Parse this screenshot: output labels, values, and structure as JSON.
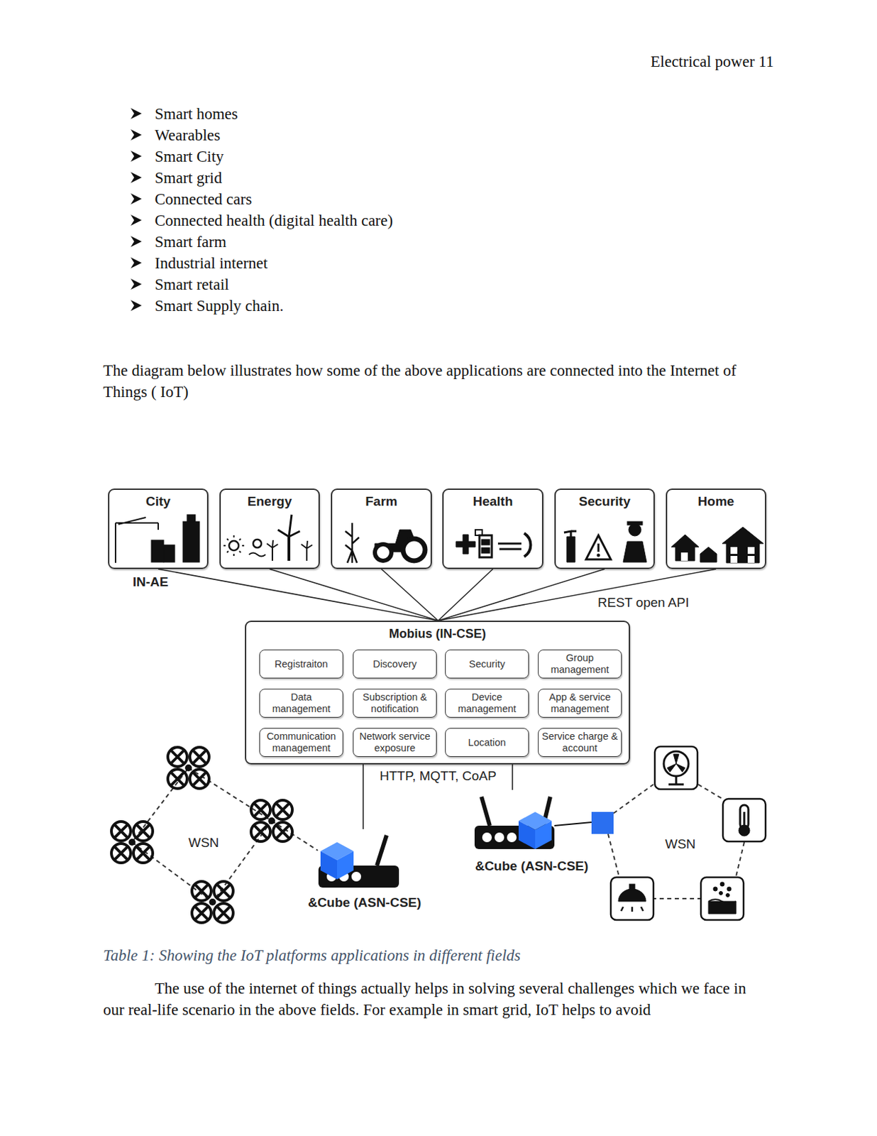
{
  "diagram": {
    "caption": "Table 1: Showing the IoT platforms applications in different fields",
    "nodes": [
      {
        "text": [
          "City"
        ]
      },
      {
        "text": [
          "Energy"
        ]
      },
      {
        "text": [
          "Farm"
        ]
      },
      {
        "text": [
          "Health"
        ]
      },
      {
        "text": [
          "Security"
        ]
      },
      {
        "text": [
          "Home"
        ]
      },
      {
        "text": [
          "Mobius (IN-CSE)"
        ]
      },
      {
        "text": [
          "Registraiton"
        ],
        "in": 6
      },
      {
        "text": [
          "Discovery"
        ],
        "in": 6
      },
      {
        "text": [
          "Security"
        ],
        "in": 6
      },
      {
        "text": [
          "Group management"
        ],
        "in": 6
      },
      {
        "text": [
          "Data management"
        ],
        "in": 6
      },
      {
        "text": [
          "Subscription & notification"
        ],
        "in": 6
      },
      {
        "text": [
          "Device management"
        ],
        "in": 6
      },
      {
        "text": [
          "App & service management"
        ],
        "in": 6
      },
      {
        "text": [
          "Communication management"
        ],
        "in": 6
      },
      {
        "text": [
          "Network service exposure"
        ],
        "in": 6
      },
      {
        "text": [
          "Location"
        ],
        "in": 6
      },
      {
        "text": [
          "Service charge & account"
        ],
        "in": 6
      },
      {
        "text": [
          "&Cube (ASN-CSE)"
        ]
      },
      {
        "text": [
          "&Cube (ASN-CSE)"
        ]
      }
    ],
    "edges": [
      {
        "from": 0,
        "to": 6,
        "arrow": "none"
      },
      {
        "from": 1,
        "to": 6,
        "arrow": "none"
      },
      {
        "from": 2,
        "to": 6,
        "arrow": "none"
      },
      {
        "from": 3,
        "to": 6,
        "arrow": "none"
      },
      {
        "from": 4,
        "to": 6,
        "arrow": "none"
      },
      {
        "from": 5,
        "to": 6,
        "arrow": "none"
      },
      {
        "from": 6,
        "to": 19,
        "arrow": "none"
      },
      {
        "from": 6,
        "to": 20,
        "arrow": "none"
      }
    ],
    "labels": [
      "Electrical power 11",
      "Smart homes",
      "Wearables",
      "Smart City",
      "Smart grid",
      "Connected cars",
      "Connected health (digital health care)",
      "Smart farm",
      "Industrial internet",
      "Smart retail",
      "Smart Supply chain.",
      "The diagram below illustrates how some of the above applications are connected into the Internet of Things ( IoT)",
      "IN-AE",
      "REST open API",
      "HTTP, MQTT, CoAP",
      "WSN",
      "WSN",
      "The use of the internet of things actually helps in solving several challenges which we face in our real-life scenario in the above fields. For example in smart grid, IoT helps to avoid"
    ]
  }
}
